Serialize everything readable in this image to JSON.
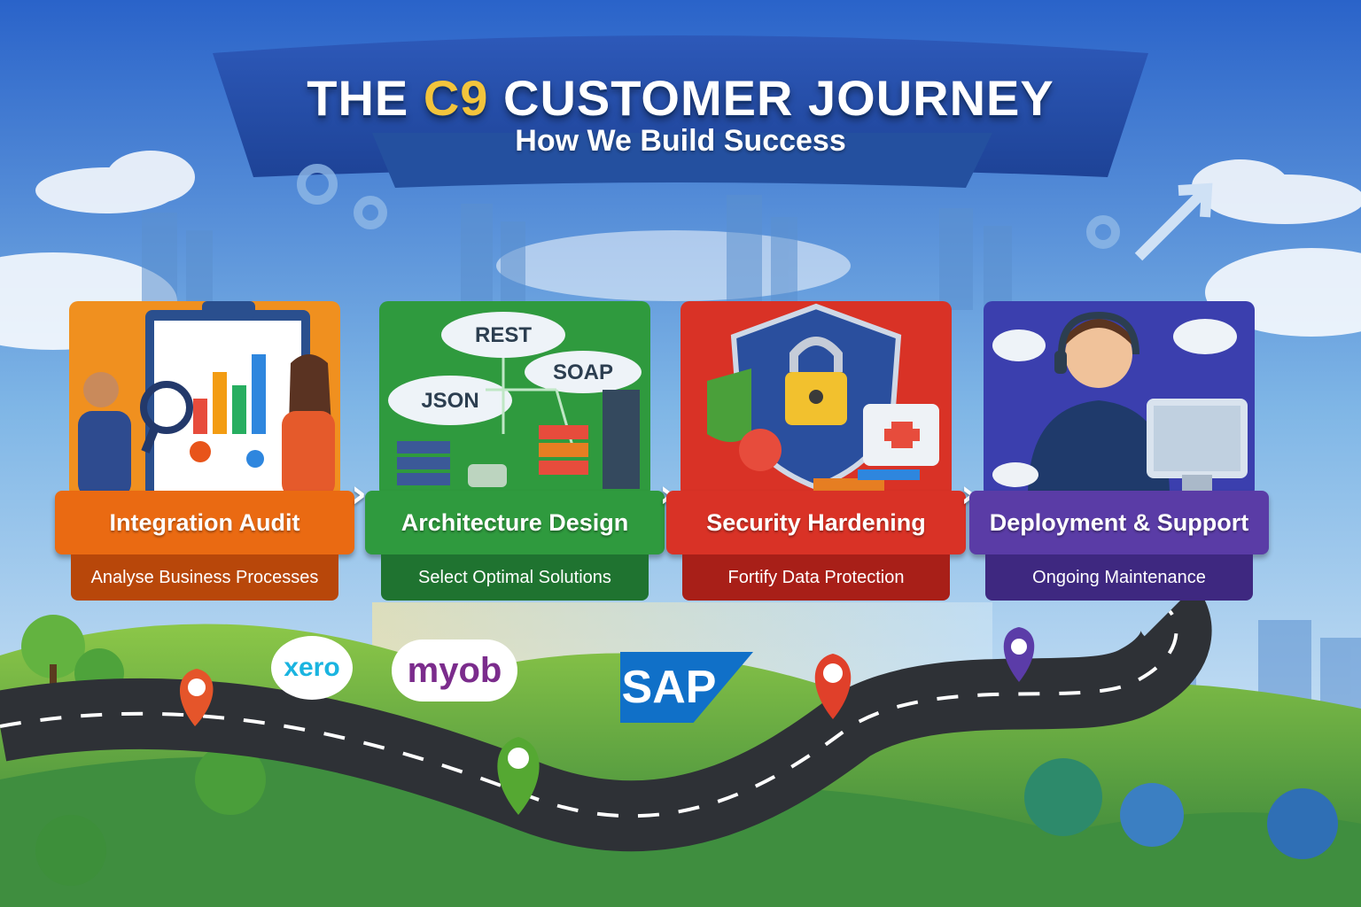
{
  "title": {
    "prefix": "THE ",
    "accent": "C9",
    "suffix": " CUSTOMER JOURNEY"
  },
  "subtitle": "How We Build Success",
  "colors": {
    "sky_top": "#2a63c9",
    "sky_bottom": "#eaf4fb",
    "title_accent": "#f3c43c",
    "grass": "#6fb33a",
    "road": "#3c3f45"
  },
  "stages": [
    {
      "label": "Integration Audit",
      "sub": "Analyse Business Processes",
      "color": "#ea6a12",
      "dark": "#b8470a",
      "icon": "magnifier-chart-icon"
    },
    {
      "label": "Architecture Design",
      "sub": "Select Optimal Solutions",
      "color": "#2f9a3e",
      "dark": "#1f7330",
      "icon": "network-cloud-icon",
      "tags": [
        "REST",
        "SOAP",
        "JSON"
      ]
    },
    {
      "label": "Security Hardening",
      "sub": "Fortify Data Protection",
      "color": "#d93226",
      "dark": "#a81f18",
      "icon": "shield-lock-icon"
    },
    {
      "label": "Deployment & Support",
      "sub": "Ongoing Maintenance",
      "color": "#5a3ca6",
      "dark": "#3e2880",
      "icon": "support-agent-icon"
    }
  ],
  "logos": {
    "xero": "xero",
    "myob": "myob",
    "sap": "SAP"
  }
}
